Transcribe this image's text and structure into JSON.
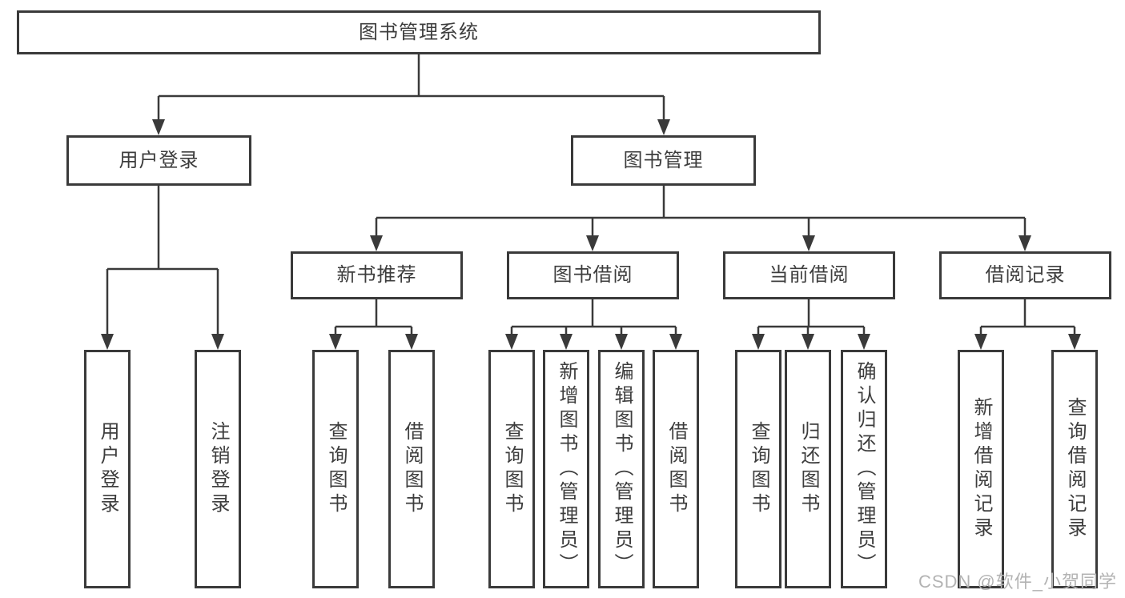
{
  "diagram": {
    "title": "图书管理系统",
    "root": {
      "label": "图书管理系统"
    },
    "level2": [
      "用户登录",
      "图书管理"
    ],
    "level3": [
      "新书推荐",
      "图书借阅",
      "当前借阅",
      "借阅记录"
    ],
    "leaves": {
      "login": [
        "用户登录",
        "注销登录"
      ],
      "new_books": [
        "查询图书",
        "借阅图书"
      ],
      "borrow": [
        "查询图书",
        "新增图书（管理员）",
        "编辑图书（管理员）",
        "借阅图书"
      ],
      "current": [
        "查询图书",
        "归还图书",
        "确认归还（管理员）"
      ],
      "records": [
        "新增借阅记录",
        "查询借阅记录"
      ]
    }
  },
  "watermark": "CSDN @软件_小贺同学",
  "colors": {
    "line": "#3a3a3a",
    "text": "#3d3d3d",
    "box_background": "#ffffff",
    "watermark": "#b3b3b3",
    "background": "#ffffff"
  }
}
